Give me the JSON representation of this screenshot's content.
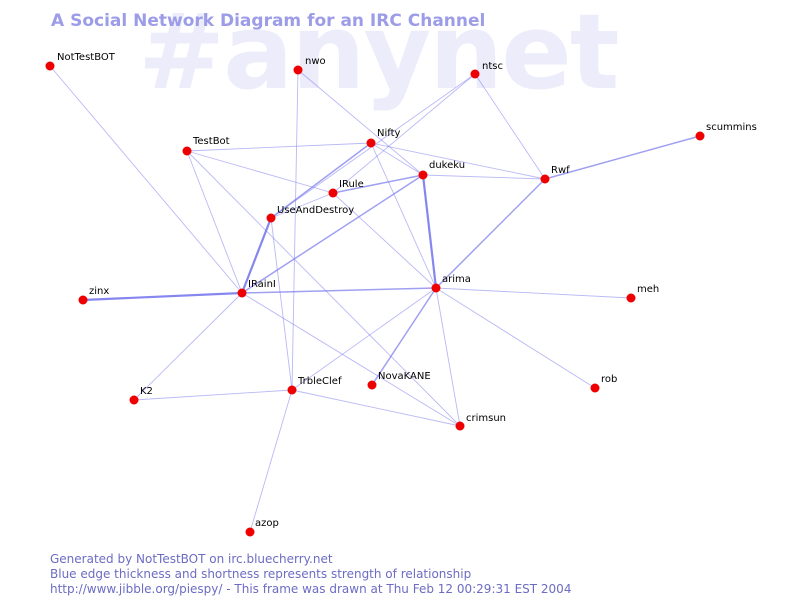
{
  "watermark": "#anynet",
  "title": "A Social Network Diagram for an IRC Channel",
  "footer": {
    "line1": "Generated by NotTestBOT on irc.bluecherry.net",
    "line2": "Blue edge thickness and shortness represents strength of relationship",
    "line3": "http://www.jibble.org/piespy/ - This frame was drawn at Thu Feb 12 00:29:31 EST 2004"
  },
  "colors": {
    "node": "#ee0000",
    "edge": "#8080ee",
    "title": "#9c9ce8",
    "watermark": "#ececfb",
    "footer": "#6c6cc4"
  },
  "nodes": [
    {
      "id": "NotTestBOT",
      "label": "NotTestBOT"
    },
    {
      "id": "nwo",
      "label": "nwo"
    },
    {
      "id": "ntsc",
      "label": "ntsc"
    },
    {
      "id": "scummins",
      "label": "scummins"
    },
    {
      "id": "TestBot",
      "label": "TestBot"
    },
    {
      "id": "Nifty",
      "label": "Nifty"
    },
    {
      "id": "dukeku",
      "label": "dukeku"
    },
    {
      "id": "Rwf",
      "label": "Rwf"
    },
    {
      "id": "IRule",
      "label": "IRule"
    },
    {
      "id": "UseAndDestroy",
      "label": "UseAndDestroy"
    },
    {
      "id": "zinx",
      "label": "zinx"
    },
    {
      "id": "IRainI",
      "label": "IRainI"
    },
    {
      "id": "arima",
      "label": "arima"
    },
    {
      "id": "meh",
      "label": "meh"
    },
    {
      "id": "NovaKANE",
      "label": "NovaKANE"
    },
    {
      "id": "TrbleClef",
      "label": "TrbleClef"
    },
    {
      "id": "K2",
      "label": "K2"
    },
    {
      "id": "rob",
      "label": "rob"
    },
    {
      "id": "crimsun",
      "label": "crimsun"
    },
    {
      "id": "azop",
      "label": "azop"
    }
  ],
  "edges": [
    {
      "source": "NotTestBOT",
      "target": "IRainI",
      "strength": 1
    },
    {
      "source": "nwo",
      "target": "dukeku",
      "strength": 1
    },
    {
      "source": "nwo",
      "target": "TrbleClef",
      "strength": 1
    },
    {
      "source": "ntsc",
      "target": "Rwf",
      "strength": 1
    },
    {
      "source": "ntsc",
      "target": "UseAndDestroy",
      "strength": 1
    },
    {
      "source": "ntsc",
      "target": "IRule",
      "strength": 1
    },
    {
      "source": "scummins",
      "target": "Rwf",
      "strength": 2
    },
    {
      "source": "TestBot",
      "target": "Nifty",
      "strength": 1
    },
    {
      "source": "TestBot",
      "target": "IRule",
      "strength": 1
    },
    {
      "source": "TestBot",
      "target": "IRainI",
      "strength": 1
    },
    {
      "source": "TestBot",
      "target": "crimsun",
      "strength": 1
    },
    {
      "source": "Nifty",
      "target": "UseAndDestroy",
      "strength": 2
    },
    {
      "source": "Nifty",
      "target": "dukeku",
      "strength": 1
    },
    {
      "source": "Nifty",
      "target": "Rwf",
      "strength": 1
    },
    {
      "source": "Nifty",
      "target": "arima",
      "strength": 1
    },
    {
      "source": "dukeku",
      "target": "Rwf",
      "strength": 1
    },
    {
      "source": "dukeku",
      "target": "IRule",
      "strength": 2
    },
    {
      "source": "dukeku",
      "target": "arima",
      "strength": 3
    },
    {
      "source": "dukeku",
      "target": "IRainI",
      "strength": 2
    },
    {
      "source": "Rwf",
      "target": "arima",
      "strength": 2
    },
    {
      "source": "IRule",
      "target": "UseAndDestroy",
      "strength": 1
    },
    {
      "source": "IRule",
      "target": "arima",
      "strength": 1
    },
    {
      "source": "UseAndDestroy",
      "target": "IRainI",
      "strength": 3
    },
    {
      "source": "UseAndDestroy",
      "target": "TrbleClef",
      "strength": 1
    },
    {
      "source": "zinx",
      "target": "IRainI",
      "strength": 3
    },
    {
      "source": "IRainI",
      "target": "arima",
      "strength": 2
    },
    {
      "source": "IRainI",
      "target": "K2",
      "strength": 1
    },
    {
      "source": "IRainI",
      "target": "crimsun",
      "strength": 1
    },
    {
      "source": "arima",
      "target": "meh",
      "strength": 1
    },
    {
      "source": "arima",
      "target": "rob",
      "strength": 1
    },
    {
      "source": "arima",
      "target": "NovaKANE",
      "strength": 2
    },
    {
      "source": "arima",
      "target": "TrbleClef",
      "strength": 1
    },
    {
      "source": "arima",
      "target": "crimsun",
      "strength": 1
    },
    {
      "source": "TrbleClef",
      "target": "K2",
      "strength": 1
    },
    {
      "source": "TrbleClef",
      "target": "crimsun",
      "strength": 1
    },
    {
      "source": "TrbleClef",
      "target": "azop",
      "strength": 1
    }
  ]
}
